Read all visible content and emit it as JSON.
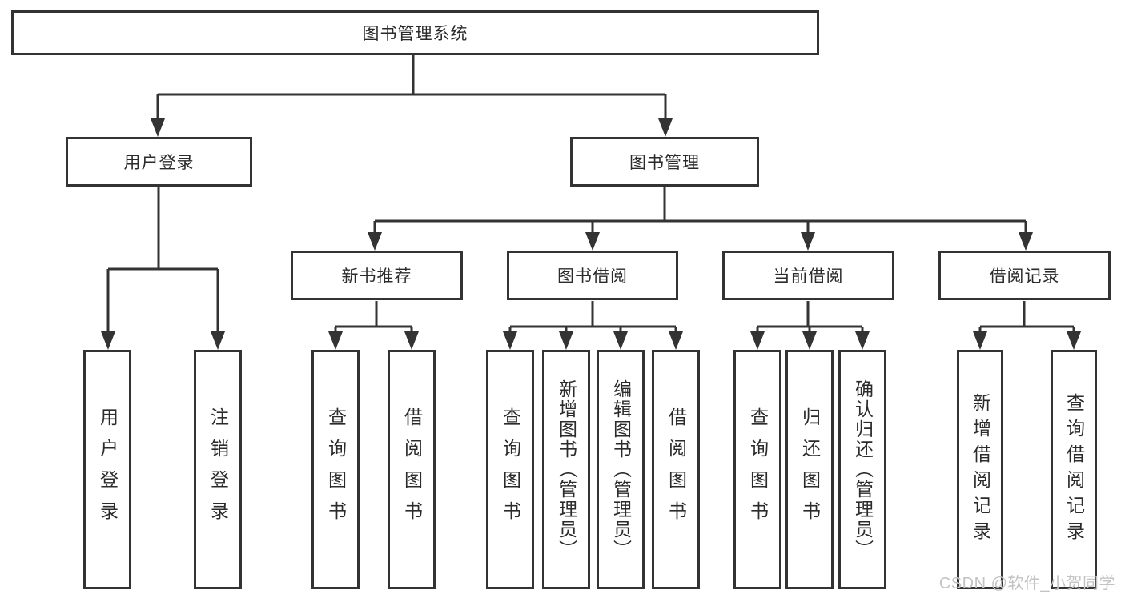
{
  "diagram_title": "图书管理系统",
  "nodes": {
    "root": "图书管理系统",
    "user_login": "用户登录",
    "book_mgmt": "图书管理",
    "new_book_rec": "新书推荐",
    "book_borrow": "图书借阅",
    "current_borrow": "当前借阅",
    "borrow_records": "借阅记录",
    "leaf_user_login": "用户登录",
    "leaf_logout": "注销登录",
    "leaf_query_book_1": "查询图书",
    "leaf_borrow_book_1": "借阅图书",
    "leaf_query_book_2": "查询图书",
    "leaf_add_book": "新增图书（管理员）",
    "leaf_edit_book": "编辑图书（管理员）",
    "leaf_borrow_book_2": "借阅图书",
    "leaf_query_book_3": "查询图书",
    "leaf_return_book": "归还图书",
    "leaf_confirm_return": "确认归还（管理员）",
    "leaf_add_record": "新增借阅记录",
    "leaf_query_record": "查询借阅记录"
  },
  "edges": [
    "图书管理系统→用户登录",
    "图书管理系统→图书管理",
    "用户登录→用户登录",
    "用户登录→注销登录",
    "图书管理→新书推荐",
    "图书管理→图书借阅",
    "图书管理→当前借阅",
    "图书管理→借阅记录",
    "新书推荐→查询图书",
    "新书推荐→借阅图书",
    "图书借阅→查询图书",
    "图书借阅→新增图书（管理员）",
    "图书借阅→编辑图书（管理员）",
    "图书借阅→借阅图书",
    "当前借阅→查询图书",
    "当前借阅→归还图书",
    "当前借阅→确认归还（管理员）",
    "借阅记录→新增借阅记录",
    "借阅记录→查询借阅记录"
  ],
  "watermark": "CSDN @软件_小贺同学",
  "colors": {
    "line": "#333333",
    "box_border": "#333333",
    "text": "#2b2b2b",
    "watermark": "#c3c3c5",
    "background": "#ffffff"
  }
}
